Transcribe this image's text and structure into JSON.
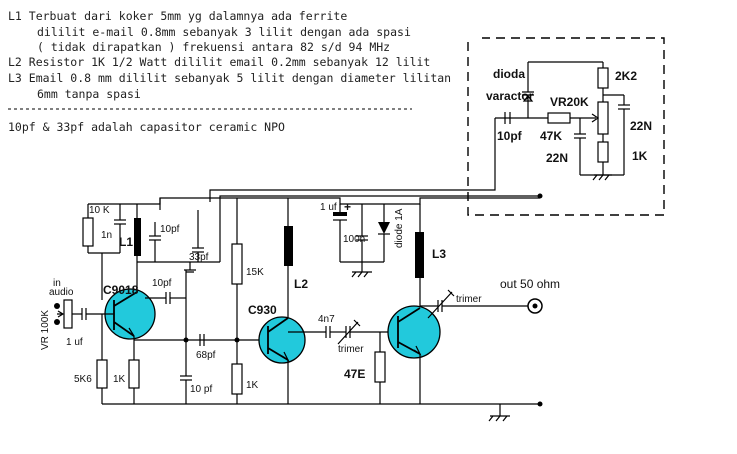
{
  "notes": {
    "l1": "L1  Terbuat dari koker 5mm yg dalamnya ada ferrite",
    "l1b": "dililit e-mail 0.8mm sebanyak 3 lilit dengan ada spasi",
    "l1c": "( tidak dirapatkan ) frekuensi antara 82 s/d 94 MHz",
    "l2": "L2  Resistor 1K 1/2 Watt dililit email 0.2mm sebanyak 12 lilit",
    "l3": "L3  Email 0.8 mm dililit sebanyak 5 lilit dengan diameter lilitan",
    "l3b": "6mm tanpa spasi",
    "caps": "10pf & 33pf adalah capasitor ceramic NPO"
  },
  "varactor_box": {
    "title1": "dioda",
    "title2": "varactor",
    "vr": "VR20K",
    "r2k2": "2K2",
    "c10pf": "10pf",
    "r47k": "47K",
    "c22n_a": "22N",
    "c22n_b": "22N",
    "r1k": "1K"
  },
  "components": {
    "r10k": "10 K",
    "c1n": "1n",
    "l1": "L1",
    "c10pf_top": "10pf",
    "c33pf": "33pf",
    "c10pf_mid": "10pf",
    "q1": "C9018",
    "in_audio_1": "in",
    "in_audio_2": "audio",
    "vr100k": "VR 100K",
    "c1uf_in": "1 uf",
    "r5k6": "5K6",
    "r1k_a": "1K",
    "c68pf": "68pf",
    "c10pf_bot": "10 pf",
    "r15k": "15K",
    "r1k_b": "1K",
    "c1uf_top": "1 uf",
    "plus": "+",
    "c100n": "100n",
    "diode": "diode 1A",
    "l2": "L2",
    "q2": "C930",
    "c4n7": "4n7",
    "trimer_1": "trimer",
    "r47e": "47E",
    "l3": "L3",
    "trimer_2": "trimer",
    "out": "out 50 ohm"
  },
  "colors": {
    "transistor": "#22c9dc"
  }
}
